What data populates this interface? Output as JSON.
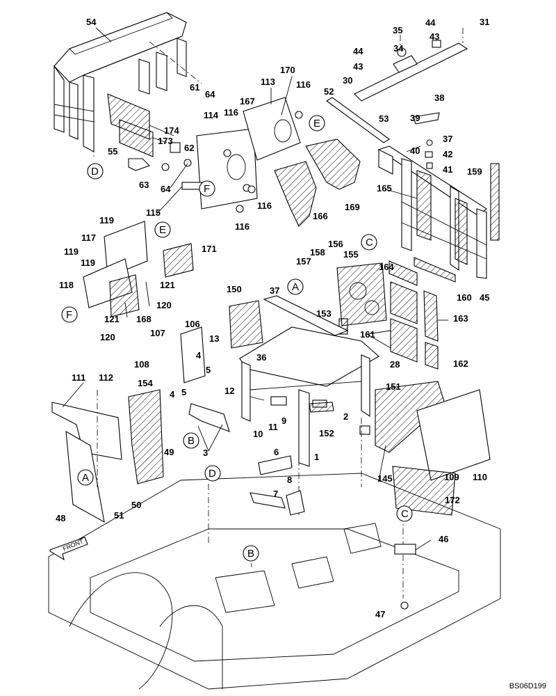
{
  "drawing_code": "BS06D199",
  "front_label": "FRONT",
  "callouts": [
    "A",
    "B",
    "C",
    "D",
    "E",
    "F"
  ],
  "part_numbers": [
    "1",
    "2",
    "3",
    "4",
    "5",
    "6",
    "7",
    "8",
    "9",
    "10",
    "11",
    "12",
    "13",
    "28",
    "30",
    "31",
    "34",
    "35",
    "36",
    "37",
    "38",
    "39",
    "40",
    "41",
    "42",
    "43",
    "44",
    "45",
    "46",
    "47",
    "48",
    "49",
    "50",
    "51",
    "52",
    "53",
    "54",
    "55",
    "61",
    "62",
    "63",
    "64",
    "106",
    "107",
    "108",
    "109",
    "110",
    "111",
    "112",
    "113",
    "114",
    "115",
    "116",
    "117",
    "118",
    "119",
    "120",
    "121",
    "145",
    "150",
    "151",
    "152",
    "153",
    "154",
    "155",
    "156",
    "157",
    "158",
    "159",
    "160",
    "161",
    "162",
    "163",
    "164",
    "165",
    "166",
    "167",
    "168",
    "169",
    "170",
    "171",
    "172",
    "173",
    "174"
  ]
}
